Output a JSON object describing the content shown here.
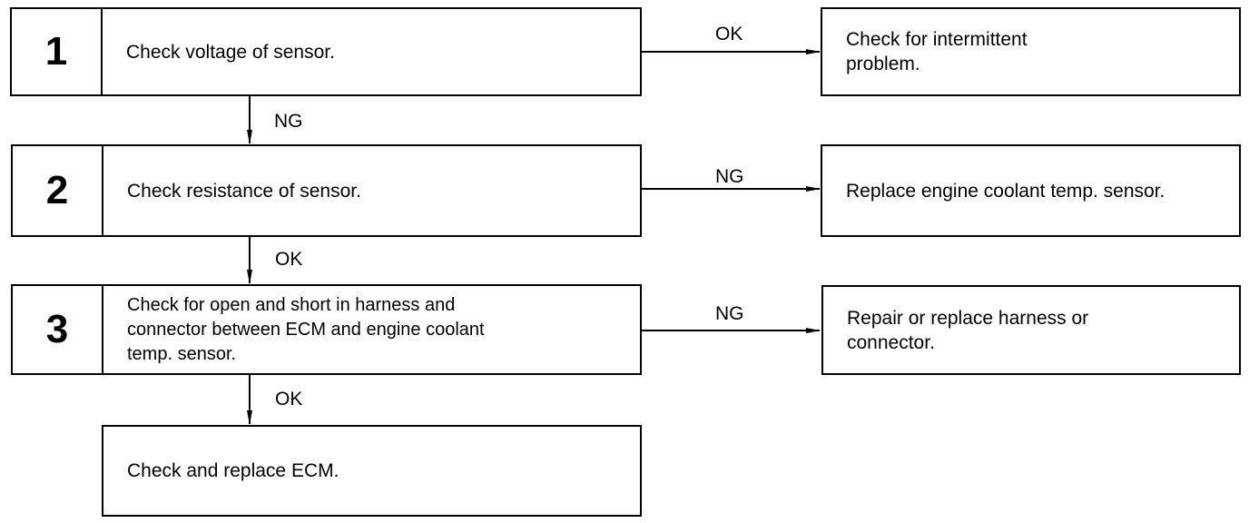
{
  "steps": [
    {
      "number": "1",
      "text": "Check voltage of sensor."
    },
    {
      "number": "2",
      "text": "Check resistance of sensor."
    },
    {
      "number": "3",
      "text": "Check for open and short in harness and\nconnector between ECM and engine coolant\ntemp. sensor."
    }
  ],
  "final": {
    "text": "Check and replace ECM."
  },
  "results": [
    {
      "text": "Check for intermittent\nproblem."
    },
    {
      "text": "Replace engine coolant temp. sensor."
    },
    {
      "text": "Repair or replace harness or\nconnector."
    }
  ],
  "branch_labels": {
    "step1_right": "OK",
    "step1_down": "NG",
    "step2_right": "NG",
    "step2_down": "OK",
    "step3_right": "NG",
    "step3_down": "OK"
  }
}
